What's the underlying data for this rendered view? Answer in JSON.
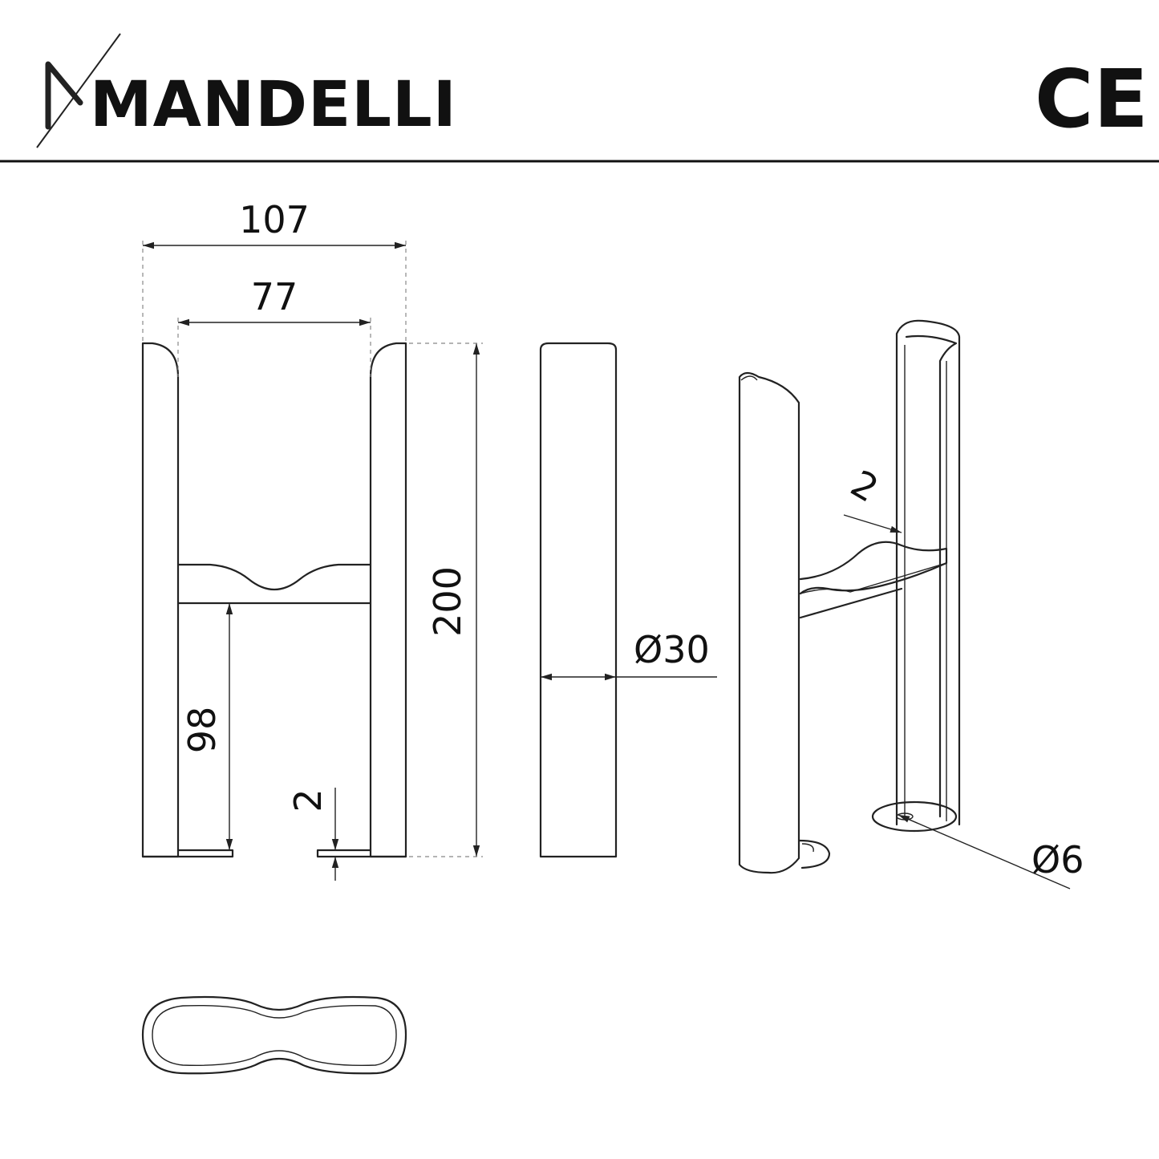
{
  "header": {
    "brand": "MANDELLI",
    "certification": "CE"
  },
  "dimensions": {
    "overall_width": "107",
    "inner_width": "77",
    "height": "200",
    "bar_height": "98",
    "base_thickness": "2",
    "tube_diameter": "Ø30",
    "plate_thickness": "2",
    "hole_diameter": "Ø6"
  },
  "colors": {
    "line": "#222222",
    "background": "#ffffff"
  }
}
